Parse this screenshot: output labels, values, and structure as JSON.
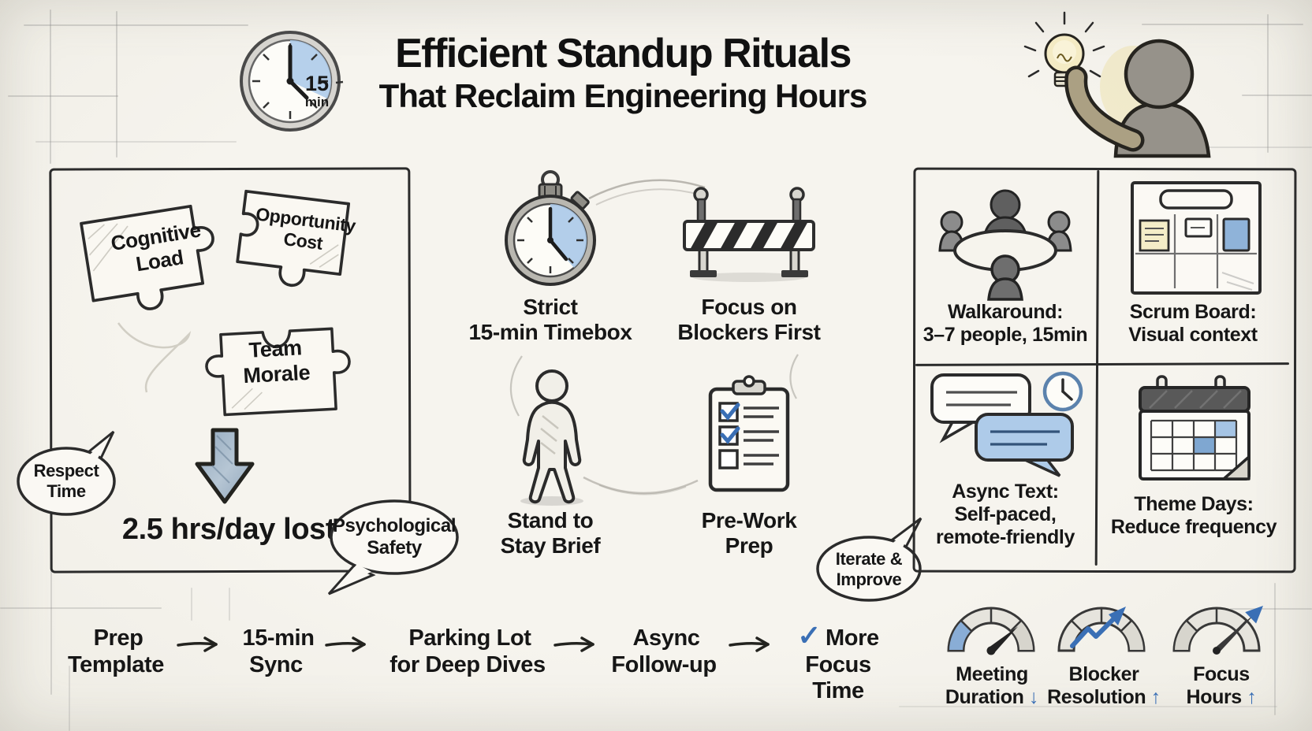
{
  "colors": {
    "paper": "#f4f2ec",
    "ink": "#1d1d1d",
    "accent_blue": "#3a6fb5",
    "light_blue": "#aecbe9",
    "mid_blue": "#89add6",
    "pencil_gray": "#8a8a8a",
    "bulb_yellow": "#f4ebc4"
  },
  "header": {
    "timer": {
      "value": "15",
      "unit": "min"
    },
    "title_line1": "Efficient Standup Rituals",
    "title_line2": "That Reclaim Engineering Hours"
  },
  "costs_panel": {
    "puzzle_pieces": [
      {
        "icon": "puzzle-piece",
        "label": "Cognitive\nLoad"
      },
      {
        "icon": "puzzle-piece",
        "label": "Opportunity\nCost"
      },
      {
        "icon": "puzzle-piece",
        "label": "Team\nMorale"
      }
    ],
    "loss_stat": "2.5 hrs/day lost",
    "respect_bubble": "Respect\nTime"
  },
  "practices": {
    "items": [
      {
        "icon": "stopwatch-icon",
        "label": "Strict\n15-min Timebox"
      },
      {
        "icon": "barrier-icon",
        "label": "Focus on\nBlockers First"
      },
      {
        "icon": "standing-person-icon",
        "label": "Stand to\nStay Brief"
      },
      {
        "icon": "clipboard-checklist-icon",
        "label": "Pre-Work\nPrep"
      }
    ],
    "safety_bubble": "Psychological\nSafety",
    "iterate_bubble": "Iterate &\nImprove"
  },
  "formats_panel": {
    "cells": [
      {
        "icon": "meeting-table-icon",
        "label": "Walkaround:\n3–7 people, 15min"
      },
      {
        "icon": "scrum-board-icon",
        "label": "Scrum Board:\nVisual context"
      },
      {
        "icon": "chat-bubbles-icon",
        "label": "Async Text:\nSelf-paced,\nremote-friendly"
      },
      {
        "icon": "calendar-icon",
        "label": "Theme Days:\nReduce frequency"
      }
    ]
  },
  "workflow": {
    "steps": [
      {
        "label": "Prep\nTemplate",
        "check": ""
      },
      {
        "label": "15-min\nSync",
        "check": ""
      },
      {
        "label": "Parking Lot\nfor Deep Dives",
        "check": ""
      },
      {
        "label": "Async\nFollow-up",
        "check": ""
      },
      {
        "label": "More\nFocus Time",
        "check": "✓"
      }
    ]
  },
  "metrics": {
    "gauges": [
      {
        "icon": "gauge-down-icon",
        "label": "Meeting\nDuration",
        "trend": "↓"
      },
      {
        "icon": "gauge-up-icon",
        "label": "Blocker\nResolution",
        "trend": "↑"
      },
      {
        "icon": "gauge-high-icon",
        "label": "Focus\nHours",
        "trend": "↑"
      }
    ]
  }
}
